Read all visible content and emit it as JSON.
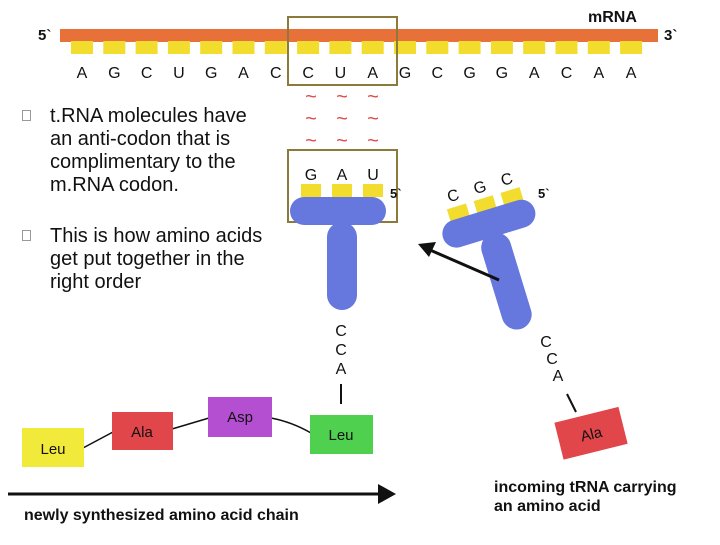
{
  "mrna": {
    "label": "mRNA",
    "five_prime": "5`",
    "three_prime": "3`",
    "bases": [
      "A",
      "G",
      "C",
      "U",
      "G",
      "A",
      "C",
      "C",
      "U",
      "A",
      "G",
      "C",
      "G",
      "G",
      "A",
      "C",
      "A",
      "A"
    ]
  },
  "wobble": "~",
  "bound_trna": {
    "anticodon": [
      "G",
      "A",
      "U"
    ],
    "five_prime": "5`",
    "acceptor": [
      "C",
      "C",
      "A"
    ]
  },
  "incoming_trna": {
    "anticodon": [
      "C",
      "G",
      "C"
    ],
    "five_prime": "5`",
    "acceptor": [
      "C",
      "C",
      "A"
    ],
    "amino_acid": "Ala"
  },
  "bullets": [
    "t.RNA molecules have an anti-codon that is complimentary to the m.RNA codon.",
    "This is how amino acids get put together in the right order"
  ],
  "chain": {
    "residues": [
      "Leu",
      "Ala",
      "Asp",
      "Leu"
    ],
    "caption": "newly synthesized amino acid chain"
  },
  "incoming_caption": [
    "incoming tRNA carrying",
    "an amino acid"
  ],
  "colors": {
    "mrna_bar": "#e8713a",
    "base_tab": "#f2dc2e",
    "trna_body": "#6677dd",
    "highlight_box": "#8b7a3a",
    "wobble": "#e04a4a",
    "leu_box": "#f2ea3a",
    "ala_box": "#e0464a",
    "asp_box": "#b34fd0",
    "leu2_box": "#4fd04f"
  }
}
